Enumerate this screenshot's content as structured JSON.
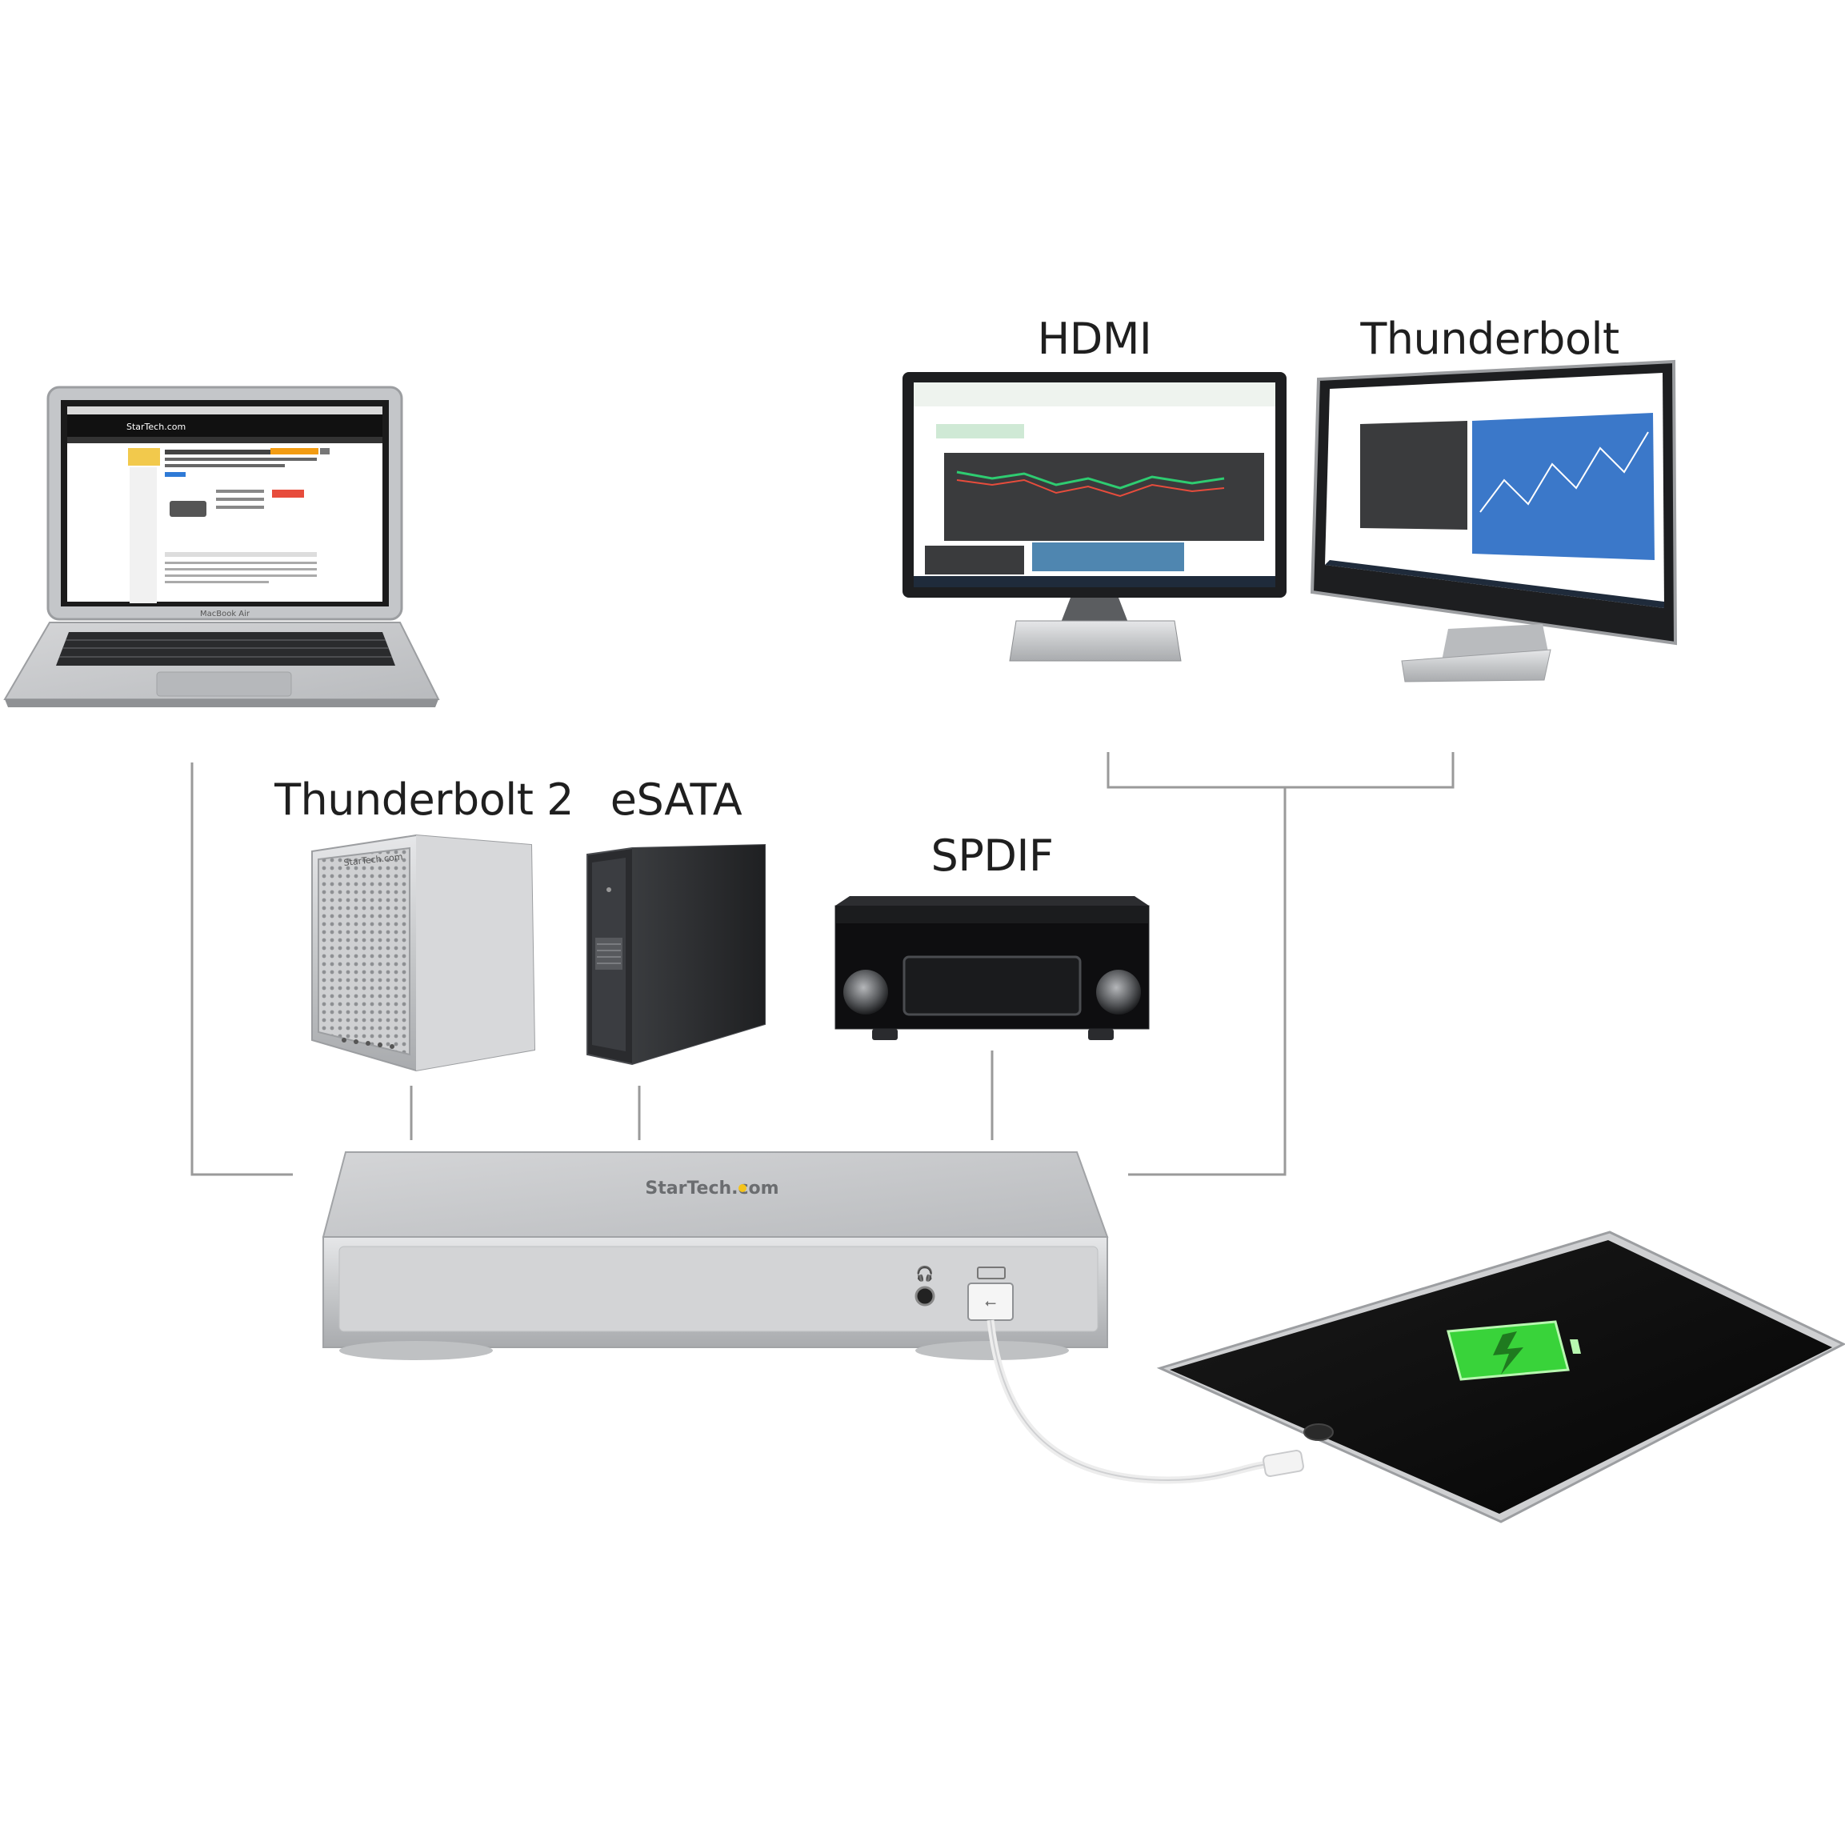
{
  "labels": {
    "hdmi": "HDMI",
    "thunderbolt": "Thunderbolt",
    "thunderbolt2": "Thunderbolt 2",
    "esata": "eSATA",
    "spdif": "SPDIF"
  },
  "devices": {
    "dock_brand": "StarTech.com",
    "laptop_model": "MacBook Air",
    "laptop_site_brand": "StarTech.com",
    "enclosure_brand": "StarTech.com"
  },
  "colors": {
    "connector_line": "#9a9a9a",
    "battery_green": "#39d33a",
    "dock_silver": "#c8c9cb",
    "chart_blue": "#3b78c9"
  }
}
